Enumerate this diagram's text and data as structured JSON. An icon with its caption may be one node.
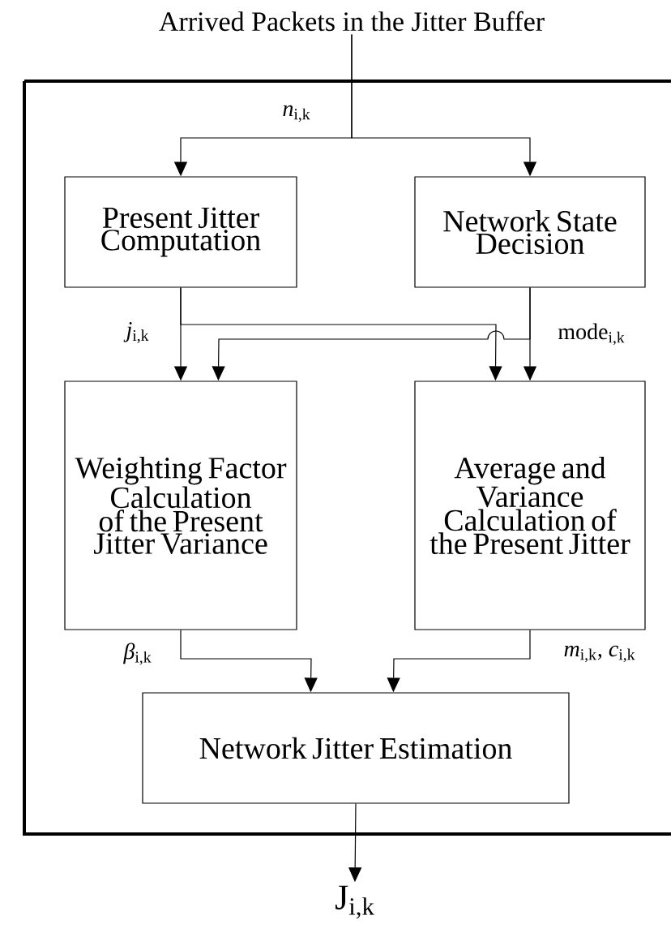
{
  "diagram": {
    "nodes": [
      {
        "text": [
          "Arrived Packets in the Jitter Buffer"
        ]
      },
      {
        "text": [
          "Present Jitter Computation"
        ]
      },
      {
        "text": [
          "Network State Decision"
        ]
      },
      {
        "text": [
          "Weighting Factor Calculation of the Present Jitter Variance"
        ]
      },
      {
        "text": [
          "Average and Variance Calculation of the Present Jitter"
        ]
      },
      {
        "text": [
          "Network Jitter Estimation"
        ]
      },
      {
        "text": [
          "J$_{i,k}$"
        ]
      }
    ],
    "edges": [
      {
        "from": 0,
        "to": 1,
        "arrow": "to",
        "label": "*n*$_{i,k}$"
      },
      {
        "from": 0,
        "to": 2,
        "arrow": "to"
      },
      {
        "from": 1,
        "to": 3,
        "arrow": "to",
        "label": "*j*$_{i,k}$"
      },
      {
        "from": 1,
        "to": 4,
        "arrow": "to"
      },
      {
        "from": 2,
        "to": 3,
        "arrow": "to",
        "label": "mode$_{i,k}$"
      },
      {
        "from": 2,
        "to": 4,
        "arrow": "to"
      },
      {
        "from": 3,
        "to": 5,
        "arrow": "to",
        "label": "*β*$_{i,k}$"
      },
      {
        "from": 4,
        "to": 5,
        "arrow": "to",
        "label": "*m*$_{i,k}$, *c*$_{i,k}$"
      },
      {
        "from": 5,
        "to": 6,
        "arrow": "to"
      }
    ]
  }
}
